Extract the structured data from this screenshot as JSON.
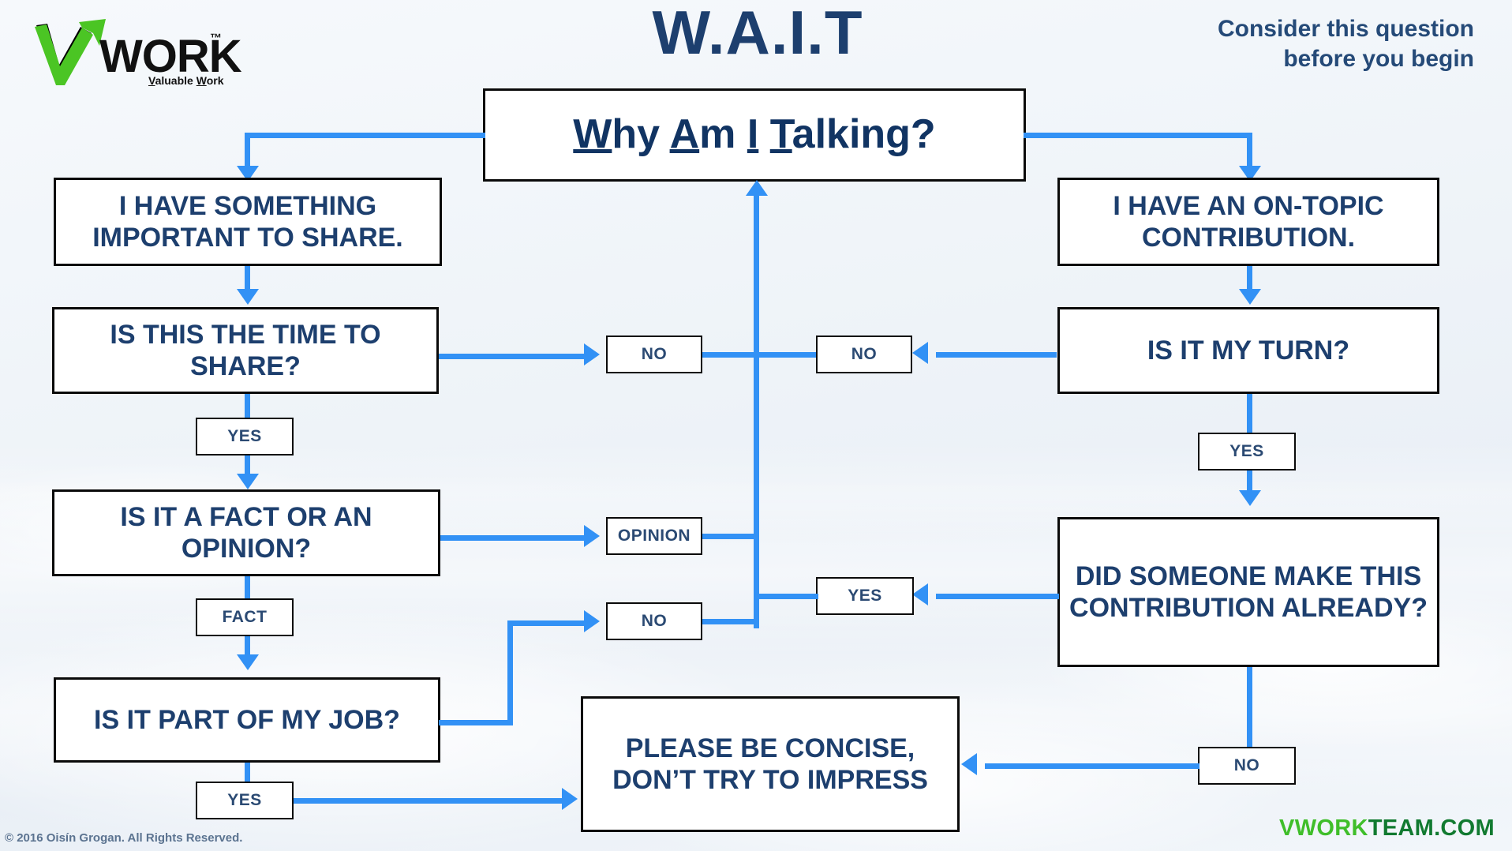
{
  "header": {
    "logo": {
      "mark": "green-v-arrow",
      "wordmark": "WORK",
      "trademark": "™",
      "tagline_pre": "V",
      "tagline": "aluable ",
      "tagline_w": "W",
      "tagline_post": "ork"
    },
    "title": "W.A.I.T",
    "subtitle_line1": "Consider this question",
    "subtitle_line2": "before you begin"
  },
  "main_question": {
    "u1": "W",
    "t1": "hy ",
    "u2": "A",
    "t2": "m ",
    "u3": "I",
    "t3": " ",
    "u4": "T",
    "t4": "alking?",
    "plain": "Why Am I Talking?"
  },
  "nodes": {
    "left_start": "I HAVE SOMETHING IMPORTANT TO SHARE.",
    "left_q1": "IS THIS THE TIME TO SHARE?",
    "left_q2": "IS IT A FACT OR AN OPINION?",
    "left_q3": "IS IT PART OF MY JOB?",
    "right_start": "I HAVE AN ON-TOPIC CONTRIBUTION.",
    "right_q1": "IS IT MY TURN?",
    "right_q2": "DID SOMEONE MAKE THIS CONTRIBUTION ALREADY?",
    "outcome": "PLEASE BE CONCISE, DON’T TRY TO IMPRESS"
  },
  "labels": {
    "left_no_time": "NO",
    "right_no_turn": "NO",
    "left_yes_time": "YES",
    "right_yes_turn": "YES",
    "opinion": "OPINION",
    "left_no_job": "NO",
    "right_yes_already": "YES",
    "fact": "FACT",
    "left_yes_job": "YES",
    "right_no_already": "NO"
  },
  "footer": {
    "copyright": "© 2016 Oisín Grogan. All Rights Reserved.",
    "site_a": "VWORK",
    "site_b": "TEAM.COM"
  },
  "colors": {
    "navy": "#1d3f6e",
    "blue_connector": "#3291f5",
    "green_bright": "#3fbe2a",
    "green_dark": "#117a30",
    "box_border": "#0a0a0a"
  }
}
